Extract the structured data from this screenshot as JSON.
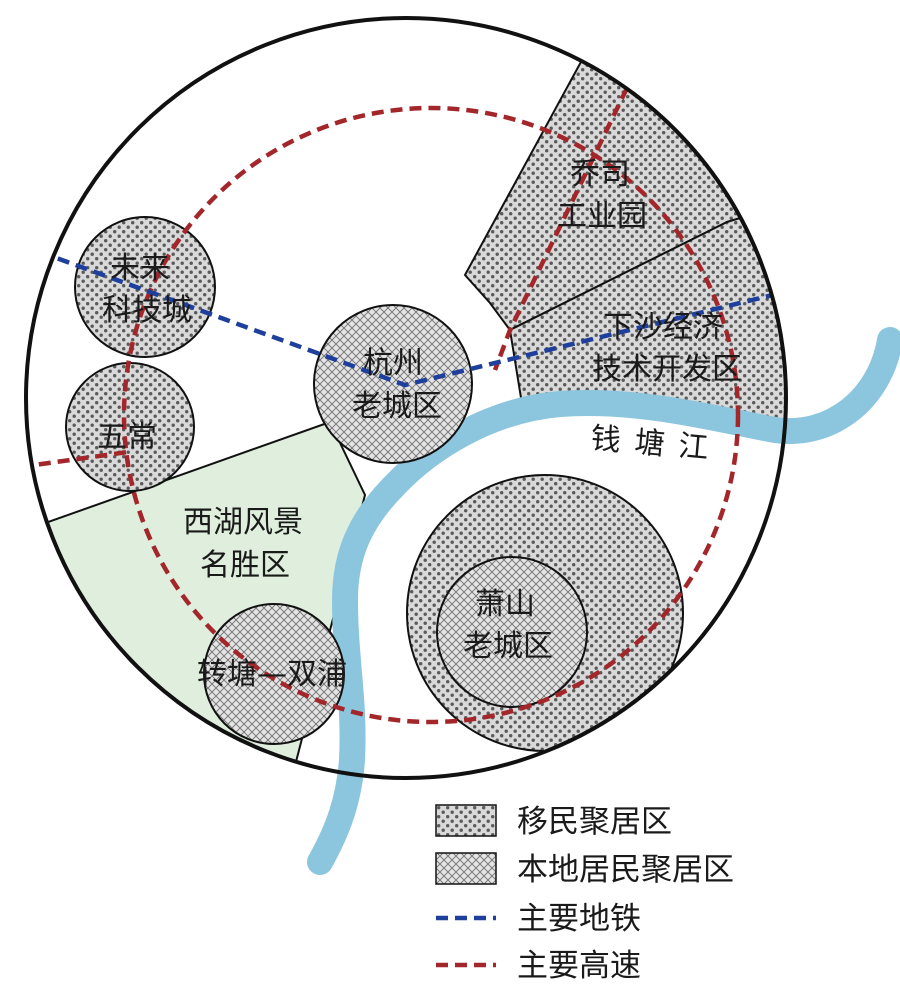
{
  "colors": {
    "outline": "#111111",
    "river": "#8cc6de",
    "scenic_fill": "#dfeedd",
    "dot_fill": "#d9d9d9",
    "metro": "#1f3f9c",
    "highway": "#a3262a"
  },
  "zones": {
    "weilai": [
      "未来",
      "科技城"
    ],
    "wuchang": [
      "五常"
    ],
    "hangzhou_old": [
      "杭州",
      "老城区"
    ],
    "qiaosi": [
      "乔司",
      "工业园"
    ],
    "xiasha": [
      "下沙经济",
      "技术开发区"
    ],
    "xihu": [
      "西湖风景",
      "名胜区"
    ],
    "xiaoshan": [
      "萧山",
      "老城区"
    ],
    "zhuantang": [
      "转塘—双浦"
    ]
  },
  "river": {
    "label": "钱塘江"
  },
  "legend": {
    "migrant": "移民聚居区",
    "local": "本地居民聚居区",
    "metro": "主要地铁",
    "highway": "主要高速"
  }
}
